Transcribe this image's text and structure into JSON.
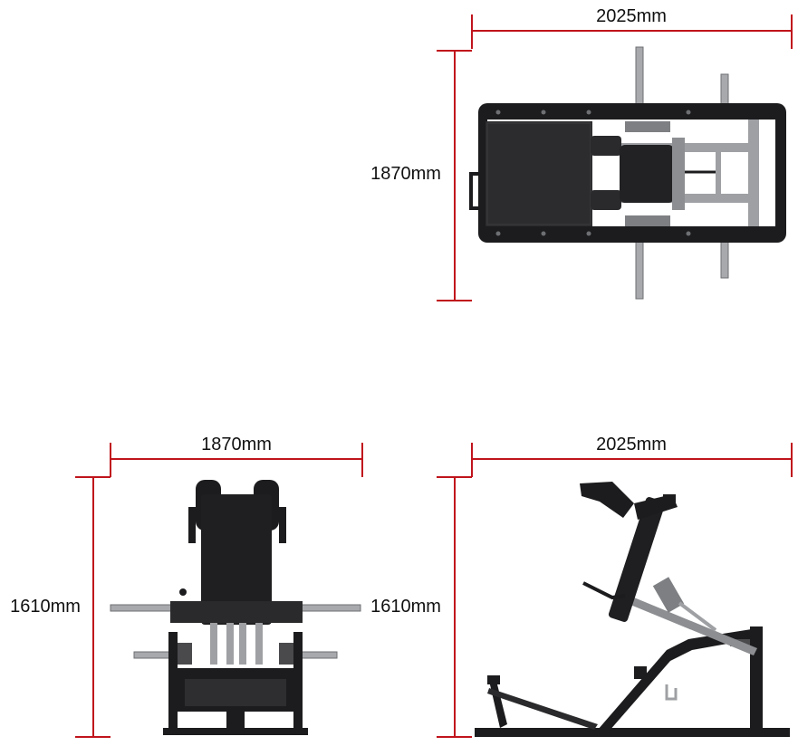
{
  "colors": {
    "dimension_line": "#c0141c",
    "frame": "#1c1c1e",
    "pad": "#2a2a2c",
    "steel": "#a7a9ac",
    "steel_dark": "#6d6f72",
    "text": "#111111"
  },
  "views": {
    "top": {
      "width_label": "2025mm",
      "depth_label": "1870mm"
    },
    "front": {
      "width_label": "1870mm",
      "height_label_left": "1610mm",
      "height_label_right": "1610mm"
    },
    "side": {
      "width_label": "2025mm"
    }
  }
}
